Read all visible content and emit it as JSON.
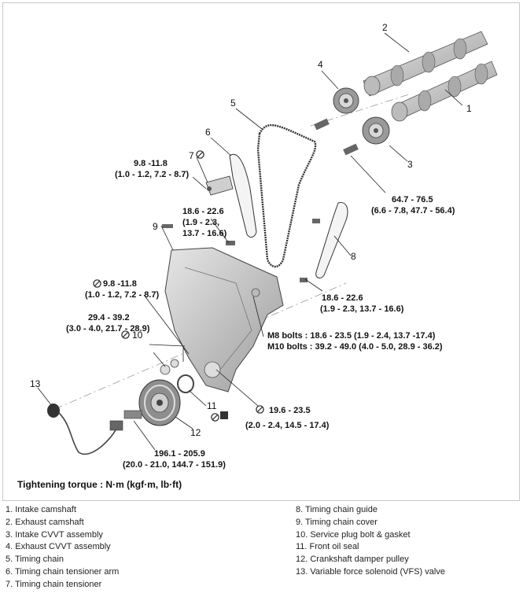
{
  "legend_title": "Tightening torque : N·m (kgf·m, lb·ft)",
  "callouts": [
    "1",
    "2",
    "3",
    "4",
    "5",
    "6",
    "7",
    "8",
    "9",
    "10",
    "11",
    "12",
    "13"
  ],
  "torques": {
    "t1": [
      "9.8 -11.8",
      "(1.0 - 1.2, 7.2 - 8.7)"
    ],
    "t2": [
      "18.6 - 22.6",
      "(1.9 - 2.3,",
      "13.7 - 16.6)"
    ],
    "t3": [
      "64.7 - 76.5",
      "(6.6 - 7.8, 47.7 - 56.4)"
    ],
    "t4": [
      "9.8 -11.8",
      "(1.0 - 1.2, 7.2 - 8.7)"
    ],
    "t5": [
      "18.6 - 22.6",
      "(1.9 - 2.3, 13.7 - 16.6)"
    ],
    "t6": [
      "29.4 - 39.2",
      "(3.0 - 4.0, 21.7 - 28.9)"
    ],
    "t7": [
      "M8 bolts : 18.6 - 23.5 (1.9 - 2.4, 13.7 -17.4)",
      "M10 bolts : 39.2 - 49.0 (4.0 - 5.0, 28.9 - 36.2)"
    ],
    "t8": [
      "19.6 - 23.5",
      "(2.0 - 2.4, 14.5 - 17.4)"
    ],
    "t9": [
      "196.1 - 205.9",
      "(20.0 - 21.0, 144.7 - 151.9)"
    ]
  },
  "legend_left": [
    "1. Intake camshaft",
    "2. Exhaust camshaft",
    "3. Intake CVVT assembly",
    "4. Exhaust CVVT assembly",
    "5. Timing chain",
    "6. Timing chain tensioner arm",
    "7. Timing chain tensioner"
  ],
  "legend_right": [
    "8. Timing chain guide",
    "9. Timing chain cover",
    "10. Service plug bolt & gasket",
    "11. Front oil seal",
    "12. Crankshaft damper pulley",
    "13. Variable force solenoid (VFS) valve"
  ],
  "icons": [
    "no-reuse-icon"
  ]
}
